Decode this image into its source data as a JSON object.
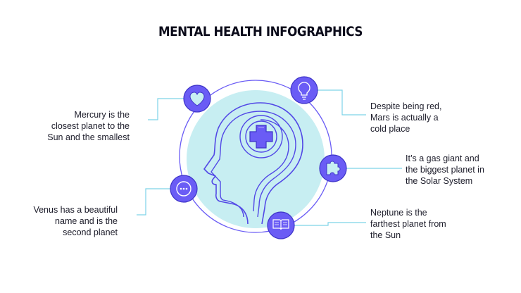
{
  "title": "MENTAL HEALTH INFOGRAPHICS",
  "colors": {
    "accent": "#6a5cf5",
    "accent_dark": "#3e34c8",
    "bg_circle": "#c7eef2",
    "connector": "#7dd3e8"
  },
  "items": [
    {
      "id": "mercury",
      "icon": "heart-icon",
      "text_lines": [
        "Mercury is the",
        "closest planet to the",
        "Sun and the smallest"
      ]
    },
    {
      "id": "venus",
      "icon": "chat-bubble-icon",
      "text_lines": [
        "Venus has a beautiful",
        "name and is the",
        "second planet"
      ]
    },
    {
      "id": "mars",
      "icon": "lightbulb-icon",
      "text_lines": [
        "Despite being red,",
        "Mars is actually a",
        "cold place"
      ]
    },
    {
      "id": "jupiter",
      "icon": "puzzle-icon",
      "text_lines": [
        "It’s a gas giant and",
        "the biggest planet in",
        "the Solar System"
      ]
    },
    {
      "id": "neptune",
      "icon": "book-icon",
      "text_lines": [
        "Neptune is the",
        "farthest planet from",
        "the Sun"
      ]
    }
  ],
  "center_icon": "plus-icon"
}
